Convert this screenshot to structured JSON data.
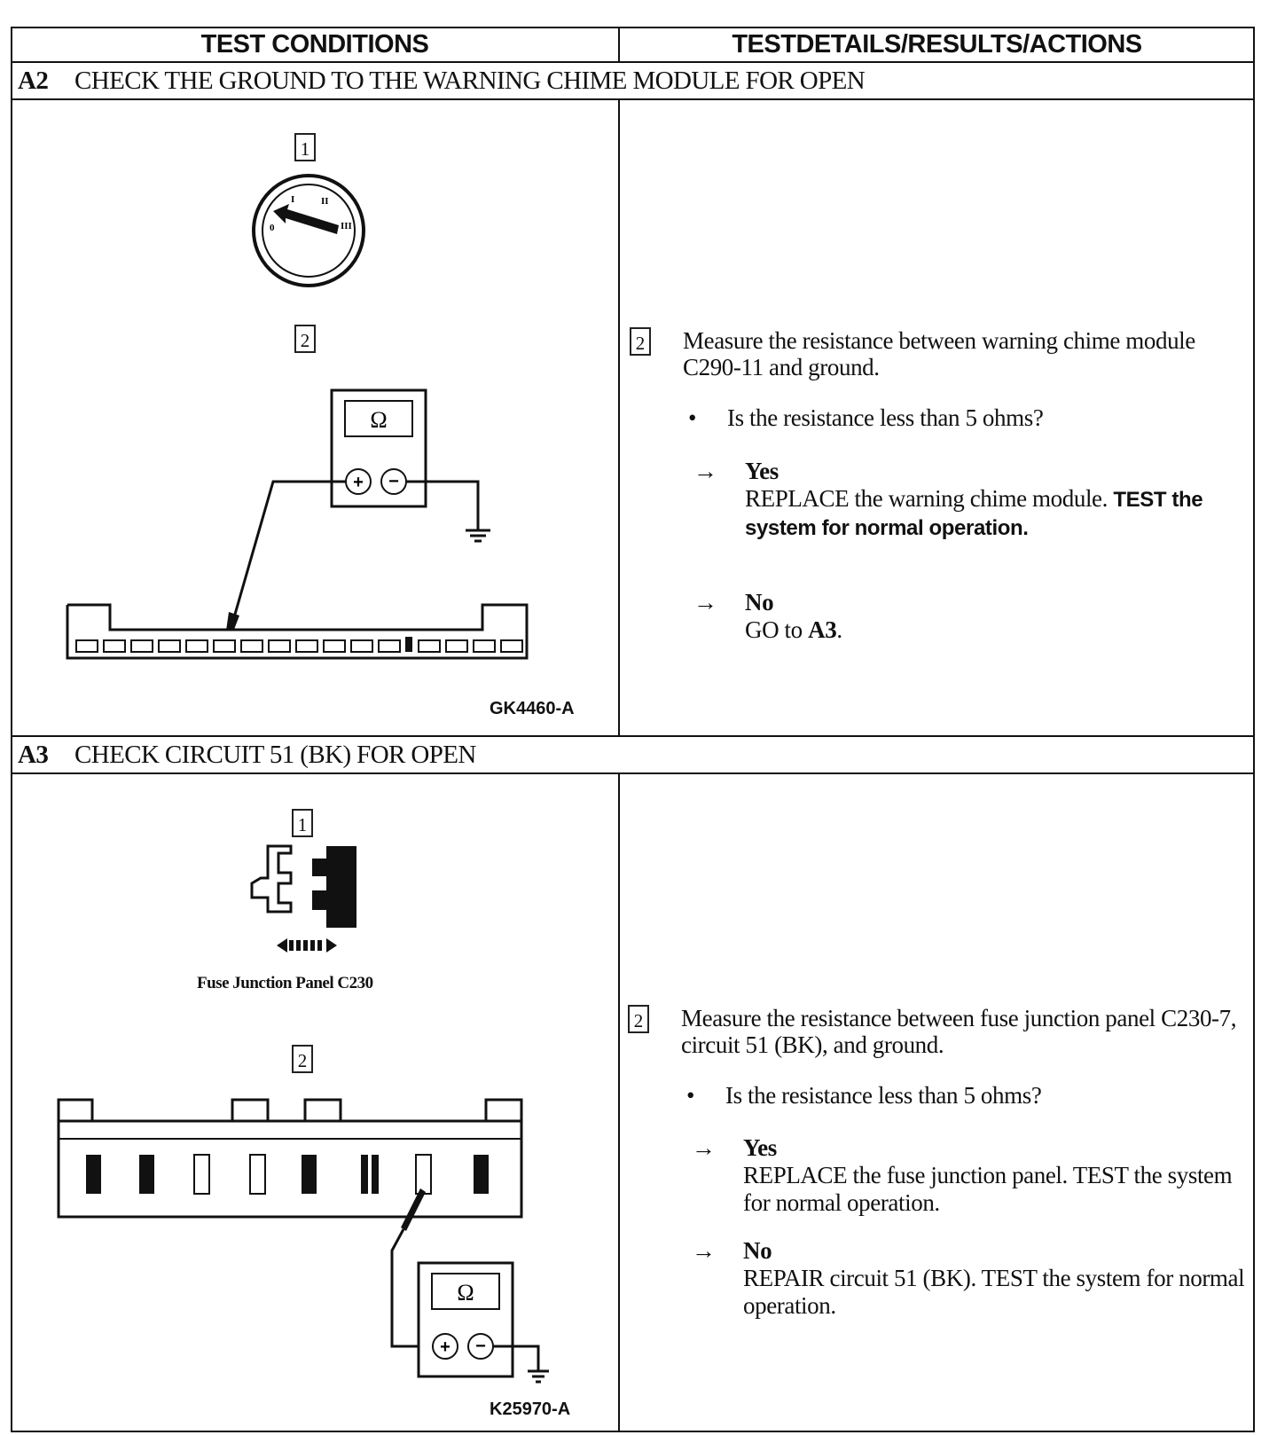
{
  "headers": {
    "test_conditions": "TEST CONDITIONS",
    "test_details": "TESTDETAILS/RESULTS/ACTIONS"
  },
  "a2": {
    "id": "A2",
    "title": "CHECK THE GROUND TO THE WARNING CHIME MODULE FOR OPEN",
    "step1_num": "1",
    "step2_num": "2",
    "figure_id": "GK4460-A",
    "ignition_positions": [
      "0",
      "I",
      "II",
      "III"
    ],
    "meter_symbol": "Ω",
    "right_step_num": "2",
    "step_text": "Measure the resistance between warning chime module C290-11 and ground.",
    "question": "Is the resistance less than 5 ohms?",
    "yes_label": "Yes",
    "yes_text": "REPLACE the warning chime module.",
    "yes_text_bold": "TEST the system for normal operation.",
    "no_label": "No",
    "no_text_pre": "GO to",
    "no_text_ref": "A3",
    "no_text_post": "."
  },
  "a3": {
    "id": "A3",
    "title": "CHECK CIRCUIT 51 (BK) FOR OPEN",
    "step1_num": "1",
    "step2_num": "2",
    "connector_caption": "Fuse Junction Panel C230",
    "figure_id": "K25970-A",
    "meter_symbol": "Ω",
    "right_step_num": "2",
    "step_text": "Measure the resistance between fuse junction panel C230-7, circuit 51 (BK), and ground.",
    "question": "Is the resistance less than 5 ohms?",
    "yes_label": "Yes",
    "yes_text": "REPLACE the fuse junction panel. TEST the system for normal operation.",
    "no_label": "No",
    "no_text": "REPAIR circuit 51 (BK). TEST the system for normal operation."
  },
  "bullet_char": "•",
  "arrow_char": "→"
}
